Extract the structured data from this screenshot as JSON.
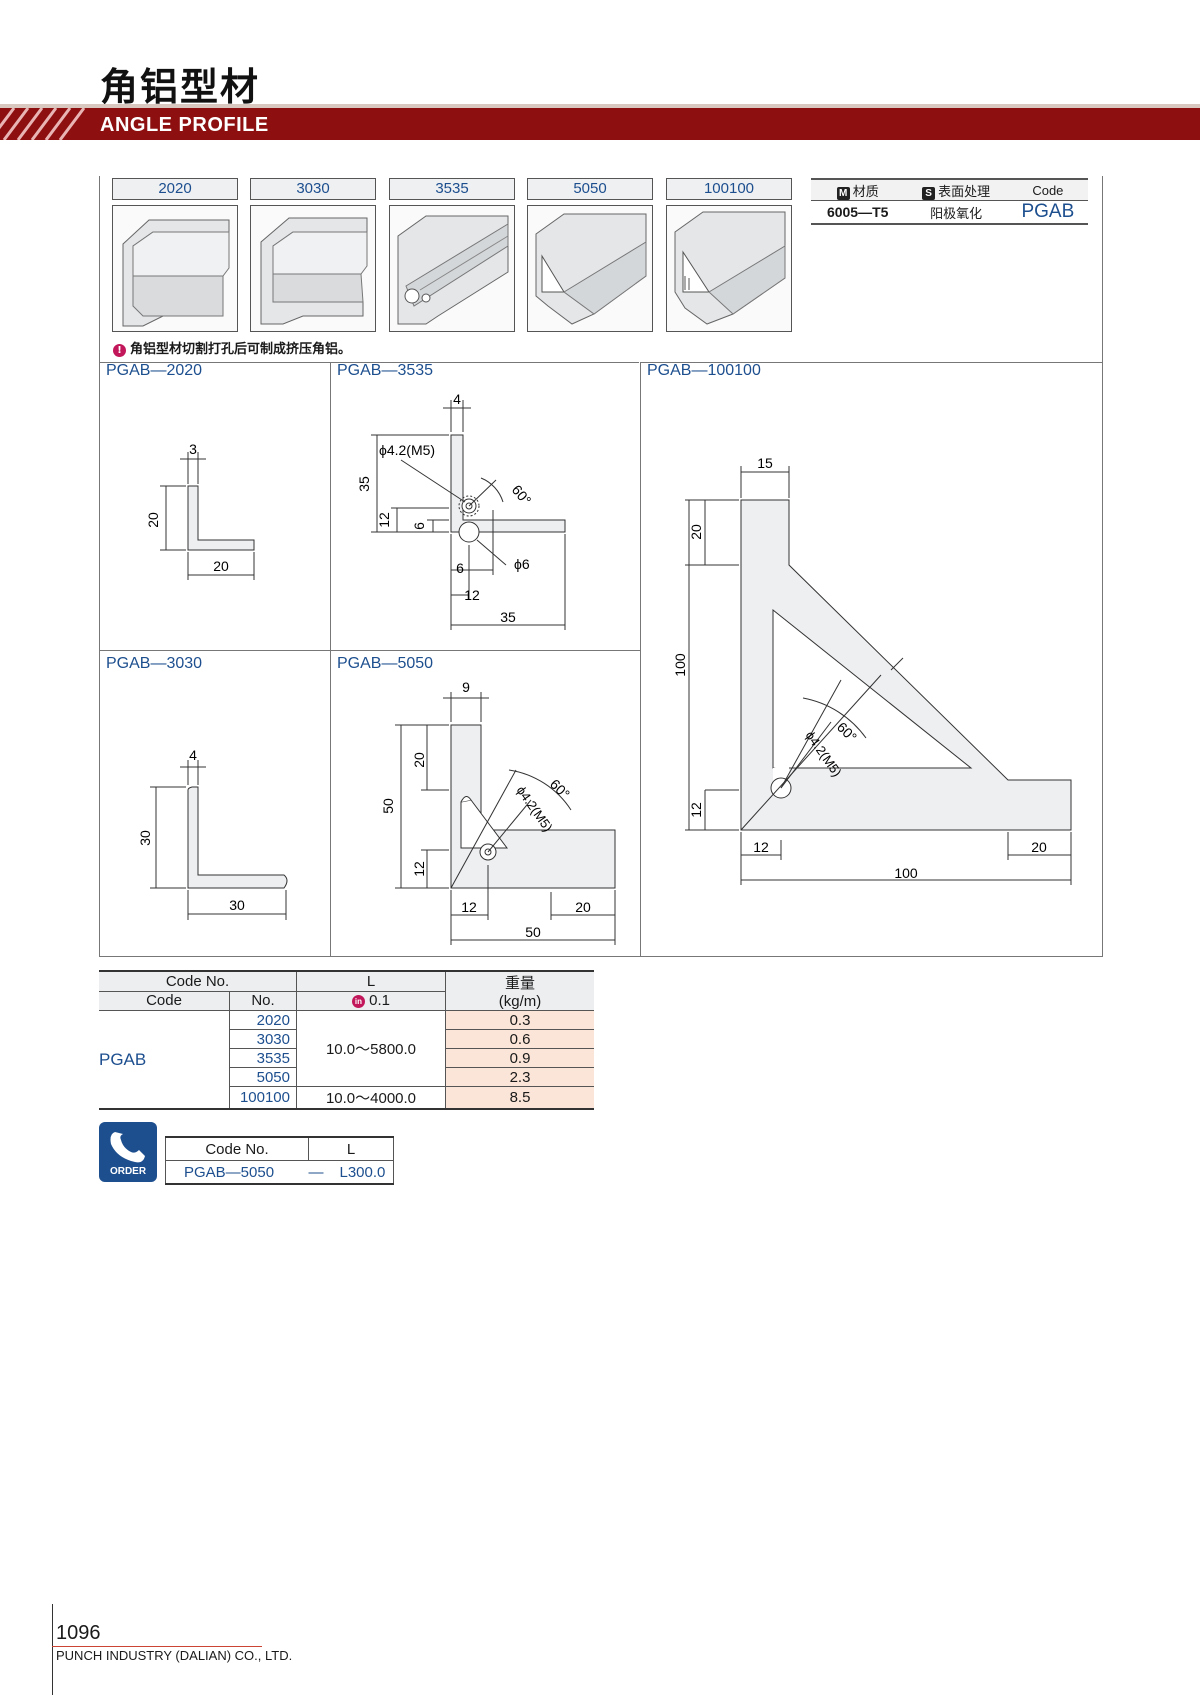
{
  "header": {
    "title_cn": "角铝型材",
    "title_en": "ANGLE PROFILE"
  },
  "sizes": [
    "2020",
    "3030",
    "3535",
    "5050",
    "100100"
  ],
  "spec_table": {
    "material_label": "材质",
    "material_badge": "M",
    "surface_label": "表面处理",
    "surface_badge": "S",
    "code_label": "Code",
    "material_value": "6005—T5",
    "surface_value": "阳极氧化",
    "code_value": "PGAB"
  },
  "note": {
    "icon": "!",
    "text": "角铝型材切割打孔后可制成挤压角铝。"
  },
  "panels": {
    "p2020": {
      "title": "PGAB—2020",
      "dims": {
        "t": "3",
        "h": "20",
        "w": "20"
      }
    },
    "p3535": {
      "title": "PGAB—3535",
      "dims": {
        "t": "4",
        "hole": "ϕ4.2(M5)",
        "angle": "60°",
        "h": "35",
        "h12": "12",
        "h6": "6",
        "w6": "6",
        "w12": "12",
        "w": "35",
        "hole2": "ϕ6"
      }
    },
    "p100100": {
      "title": "PGAB—100100",
      "dims": {
        "t": "15",
        "h20": "20",
        "h": "100",
        "angle": "60°",
        "hole": "ϕ4.2(M5)",
        "h12": "12",
        "w12": "12",
        "w20": "20",
        "w": "100"
      }
    },
    "p3030": {
      "title": "PGAB—3030",
      "dims": {
        "t": "4",
        "h": "30",
        "w": "30"
      }
    },
    "p5050": {
      "title": "PGAB—5050",
      "dims": {
        "t": "9",
        "h20": "20",
        "angle": "60°",
        "hole": "ϕ4.2(M5)",
        "h": "50",
        "h12": "12",
        "w12": "12",
        "w20": "20",
        "w": "50"
      }
    }
  },
  "data_table": {
    "header": {
      "code_no": "Code No.",
      "L": "L",
      "weight_cn": "重量",
      "code": "Code",
      "no": "No.",
      "increment": "0.1",
      "increment_icon": "in",
      "weight_unit": "(kg/m)"
    },
    "code": "PGAB",
    "rows": [
      {
        "no": "2020",
        "L": "10.0〜5800.0",
        "weight": "0.3"
      },
      {
        "no": "3030",
        "L": "",
        "weight": "0.6"
      },
      {
        "no": "3535",
        "L": "",
        "weight": "0.9"
      },
      {
        "no": "5050",
        "L": "",
        "weight": "2.3"
      },
      {
        "no": "100100",
        "L": "10.0〜4000.0",
        "weight": "8.5"
      }
    ]
  },
  "order": {
    "icon_label": "ORDER",
    "header_code": "Code No.",
    "header_L": "L",
    "code": "PGAB—5050",
    "dash": "—",
    "L": "L300.0"
  },
  "footer": {
    "page": "1096",
    "company": "PUNCH INDUSTRY (DALIAN) CO., LTD."
  }
}
